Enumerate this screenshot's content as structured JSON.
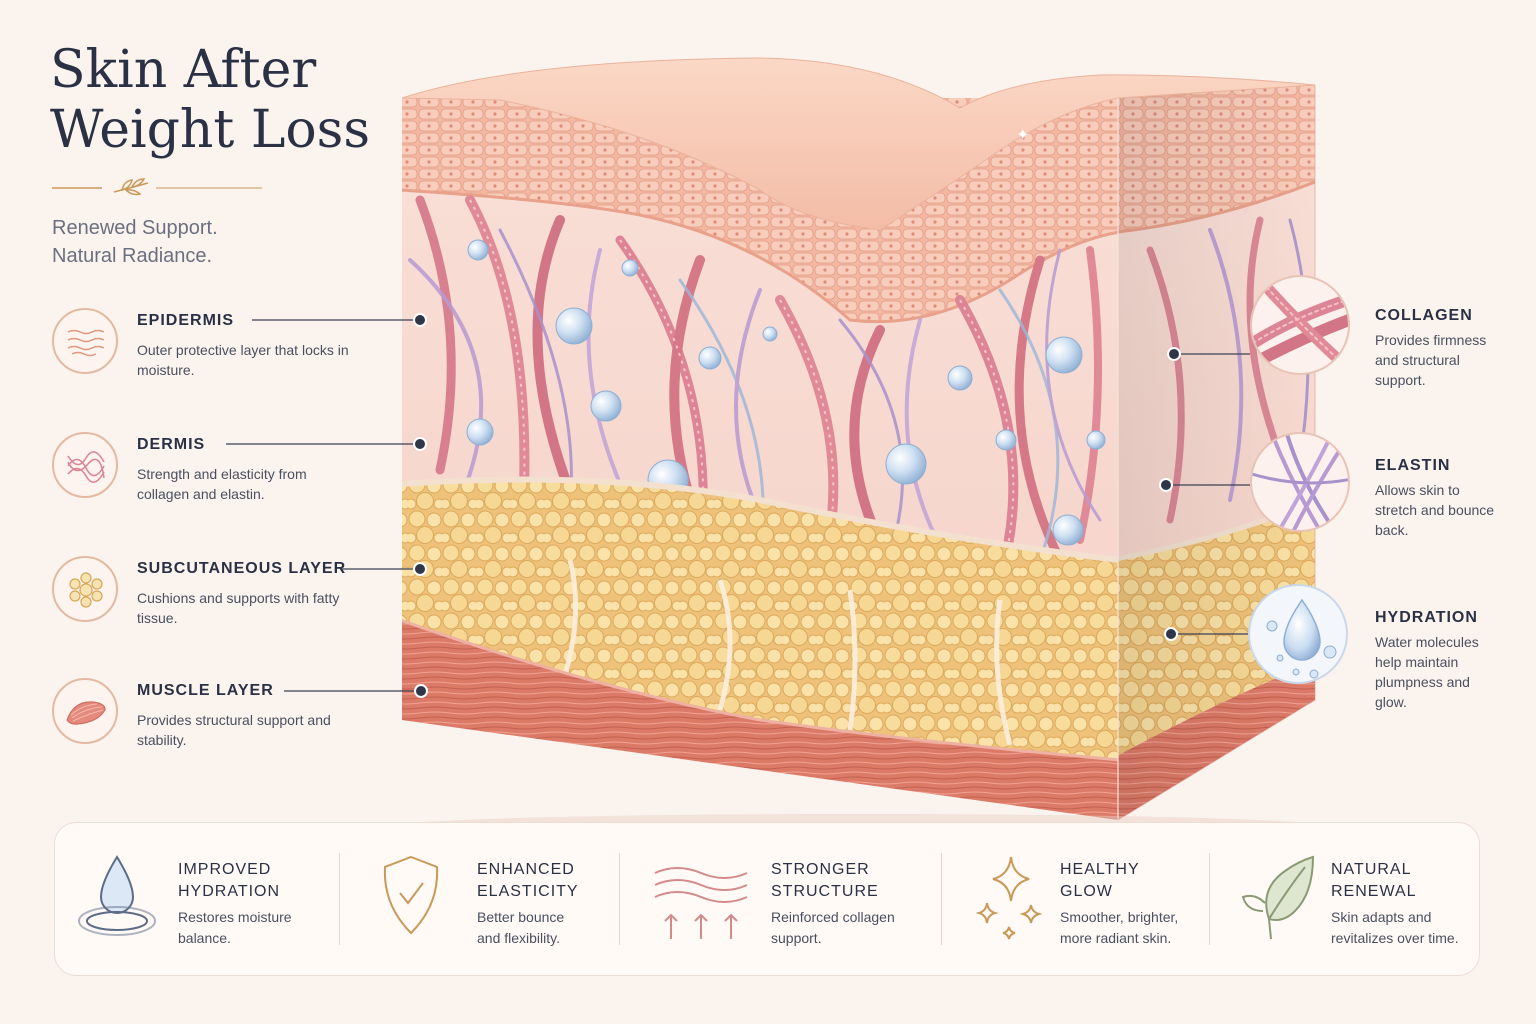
{
  "title": {
    "line1": "Skin After",
    "line2": "Weight Loss"
  },
  "subtitle": {
    "line1": "Renewed Support.",
    "line2": "Natural Radiance."
  },
  "layers": [
    {
      "name": "EPIDERMIS",
      "desc": "Outer protective layer that locks in moisture.",
      "icon": "wavy-lines-icon"
    },
    {
      "name": "DERMIS",
      "desc": "Strength and elasticity from collagen and elastin.",
      "icon": "fiber-mesh-icon"
    },
    {
      "name": "SUBCUTANEOUS LAYER",
      "desc": "Cushions and supports with fatty tissue.",
      "icon": "fat-cells-icon"
    },
    {
      "name": "MUSCLE LAYER",
      "desc": "Provides structural support and stability.",
      "icon": "muscle-icon"
    }
  ],
  "features": [
    {
      "name": "COLLAGEN",
      "desc": "Provides firmness and structural support.",
      "icon": "collagen-fiber-icon"
    },
    {
      "name": "ELASTIN",
      "desc": "Allows skin to stretch and bounce back.",
      "icon": "elastin-fiber-icon"
    },
    {
      "name": "HYDRATION",
      "desc": "Water molecules help maintain plumpness and glow.",
      "icon": "water-drop-icon"
    }
  ],
  "benefits": [
    {
      "name_line1": "IMPROVED",
      "name_line2": "HYDRATION",
      "desc_line1": "Restores moisture",
      "desc_line2": "balance.",
      "icon": "water-drop-icon"
    },
    {
      "name_line1": "ENHANCED",
      "name_line2": "ELASTICITY",
      "desc_line1": "Better bounce",
      "desc_line2": "and flexibility.",
      "icon": "shield-check-icon"
    },
    {
      "name_line1": "STRONGER",
      "name_line2": "STRUCTURE",
      "desc_line1": "Reinforced collagen",
      "desc_line2": "support.",
      "icon": "waves-arrows-icon"
    },
    {
      "name_line1": "HEALTHY",
      "name_line2": "GLOW",
      "desc_line1": "Smoother, brighter,",
      "desc_line2": "more radiant skin.",
      "icon": "sparkle-icon"
    },
    {
      "name_line1": "NATURAL",
      "name_line2": "RENEWAL",
      "desc_line1": "Skin adapts and",
      "desc_line2": "revitalizes over time.",
      "icon": "leaf-icon"
    }
  ],
  "colors": {
    "background": "#fbf3ee",
    "title": "#2a3145",
    "epidermis": "#f2b9a4",
    "dermis": "#f6d3cb",
    "collagen": "#d97d8e",
    "elastin": "#b79ad0",
    "fat": "#f3cf86",
    "muscle": "#d9735f",
    "gold": "#c9995a"
  }
}
